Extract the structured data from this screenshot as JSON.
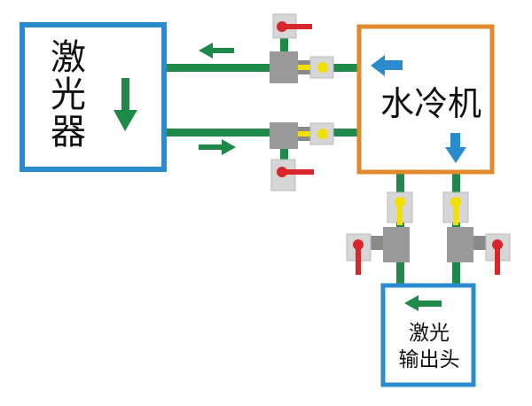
{
  "diagram": {
    "laser": {
      "label_chars": [
        "激",
        "光",
        "器"
      ],
      "border_color": "#2a8ccc"
    },
    "chiller": {
      "label": "水冷机",
      "border_color": "#e08a2c"
    },
    "output_head": {
      "label_line1": "激光",
      "label_line2": "输出头",
      "border_color": "#2a8ccc"
    },
    "colors": {
      "pipe": "#1e8a4a",
      "flow_arrow": "#1e8a4a",
      "chiller_arrow": "#2a8ccc",
      "valve_handle": "#d8262b",
      "valve_yellow": "#f2e000",
      "fitting_gray": "#9a9a9a"
    },
    "icons": [
      "flow-arrow-left",
      "flow-arrow-right",
      "flow-arrow-down",
      "valve-icon",
      "tee-fitting-icon"
    ]
  }
}
